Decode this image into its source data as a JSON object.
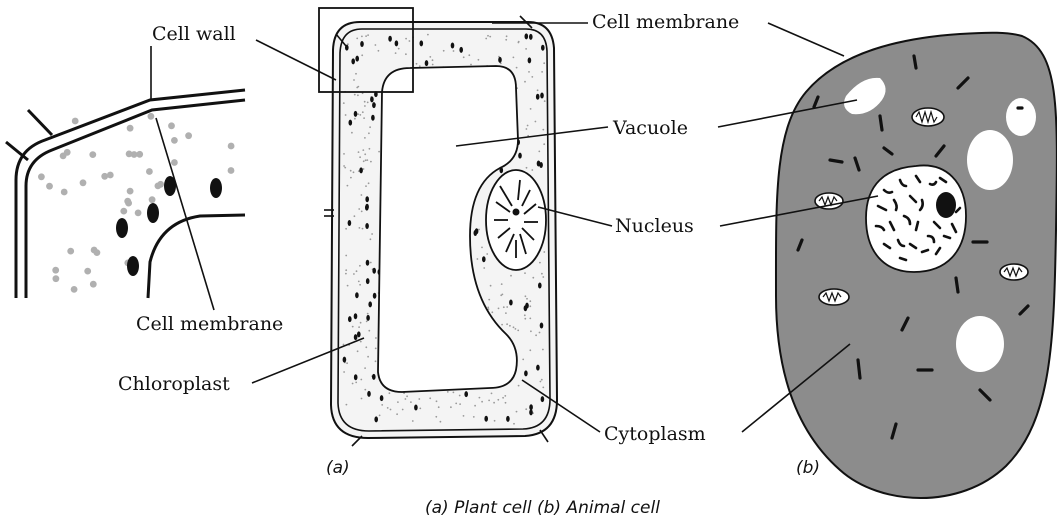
{
  "labels": {
    "cell_wall": "Cell wall",
    "cell_membrane_top": "Cell membrane",
    "vacuole": "Vacuole",
    "nucleus": "Nucleus",
    "cell_membrane_inset": "Cell membrane",
    "chloroplast": "Chloroplast",
    "cytoplasm": "Cytoplasm"
  },
  "panel_labels": {
    "a": "(a)",
    "b": "(b)"
  },
  "caption": "(a) Plant cell (b) Animal cell",
  "colors": {
    "animal_cytoplasm": "#8c8c8c",
    "plant_cytoplasm": "#f4f4f4",
    "stipple": "#9a9a9a",
    "organelle_dark": "#111111",
    "vacuole_white": "#ffffff"
  }
}
